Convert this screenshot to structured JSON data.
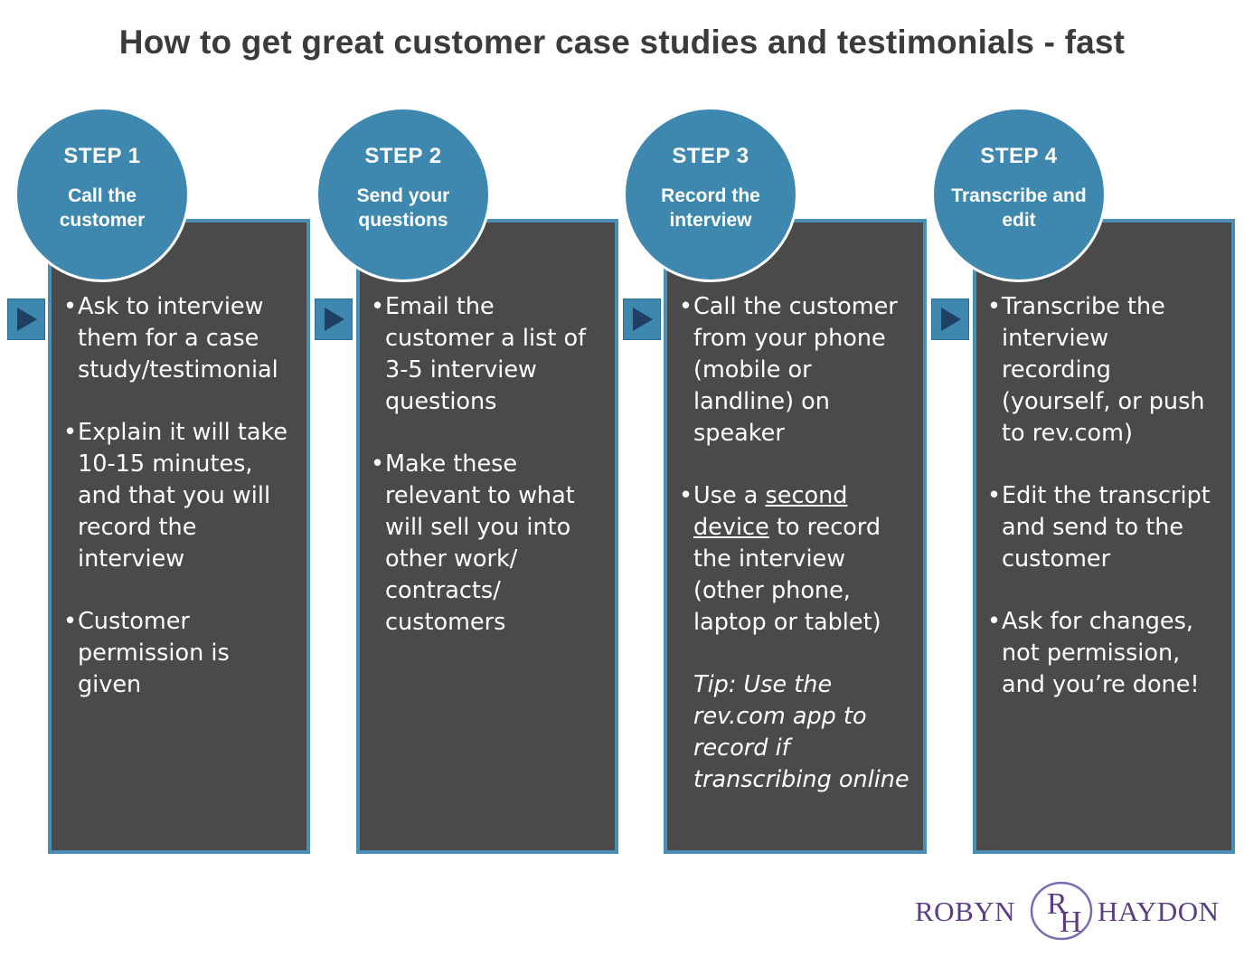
{
  "title": "How to get great customer case studies and testimonials - fast",
  "steps": [
    {
      "label": "STEP 1",
      "name": "Call the customer",
      "items": [
        "Ask to interview them for a case study/testimonial",
        "Explain it will take 10-15 minutes, and that you will record the interview",
        "Customer permission is given"
      ]
    },
    {
      "label": "STEP 2",
      "name": "Send your questions",
      "items": [
        "Email the customer a list of 3-5 interview questions",
        "Make these relevant to what will sell you into other work/ contracts/ customers"
      ]
    },
    {
      "label": "STEP 3",
      "name": "Record the interview",
      "items": [
        "Call the customer from your phone (mobile or landline) on speaker"
      ],
      "item2_pre": "Use a ",
      "item2_underlined": "second device",
      "item2_post": " to record the interview (other phone, laptop or tablet)",
      "tip": "Tip: Use the rev.com app to record if transcribing online"
    },
    {
      "label": "STEP 4",
      "name": "Transcribe and edit",
      "items": [
        "Transcribe the interview recording (yourself, or push to rev.com)",
        "Edit the transcript and send to the customer",
        "Ask for changes, not permission, and you’re done!"
      ]
    }
  ],
  "logo": {
    "first": "ROBYN",
    "last": "HAYDON",
    "monogram": [
      "R",
      "H"
    ]
  },
  "colors": {
    "accent": "#3e88b0",
    "box": "#4a4a4a",
    "title": "#3b3b3b",
    "logo": "#5b3d84"
  },
  "icons": [
    "play-arrow-icon"
  ]
}
